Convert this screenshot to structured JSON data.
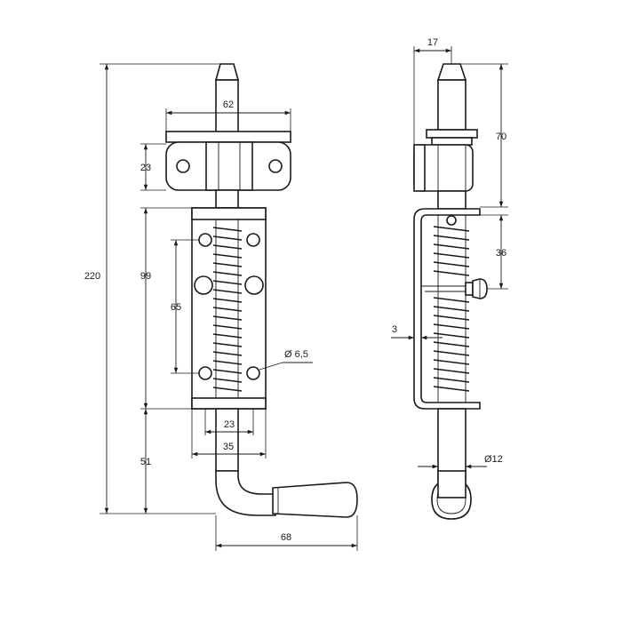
{
  "front_view": {
    "dimensions": {
      "overall_height": "220",
      "bracket_width": "62",
      "bracket_height": "23",
      "body_height": "99",
      "hole_spacing": "65",
      "hole_diameter": "Ø 6,5",
      "slot_width": "23",
      "body_width": "35",
      "handle_drop": "51",
      "handle_length": "68"
    }
  },
  "side_view": {
    "dimensions": {
      "bracket_depth": "17",
      "top_length": "70",
      "travel": "36",
      "plate_thickness": "3",
      "pin_diameter": "Ø12"
    }
  }
}
